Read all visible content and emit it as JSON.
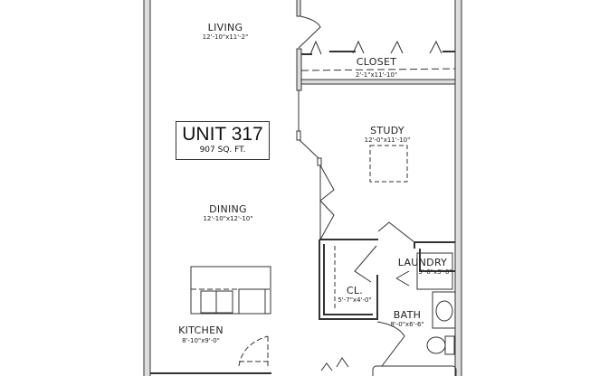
{
  "unit": {
    "title": "UNIT 317",
    "area": "907 SQ. FT."
  },
  "rooms": {
    "living": {
      "name": "LIVING",
      "dim": "12'-10\"x11'-2\""
    },
    "closet": {
      "name": "CLOSET",
      "dim": "2'-1\"x11'-10\""
    },
    "study": {
      "name": "STUDY",
      "dim": "12'-0\"x11'-10\""
    },
    "dining": {
      "name": "DINING",
      "dim": "12'-10\"x12'-10\""
    },
    "laundry": {
      "name": "LAUNDRY",
      "dim": "3'-6\"x3'-0\""
    },
    "cl": {
      "name": "CL.",
      "dim": "5'-7\"x4'-0\""
    },
    "bath": {
      "name": "BATH",
      "dim": "8'-0\"x6'-6\""
    },
    "kitchen": {
      "name": "KITCHEN",
      "dim": "8'-10\"x9'-0\""
    }
  }
}
